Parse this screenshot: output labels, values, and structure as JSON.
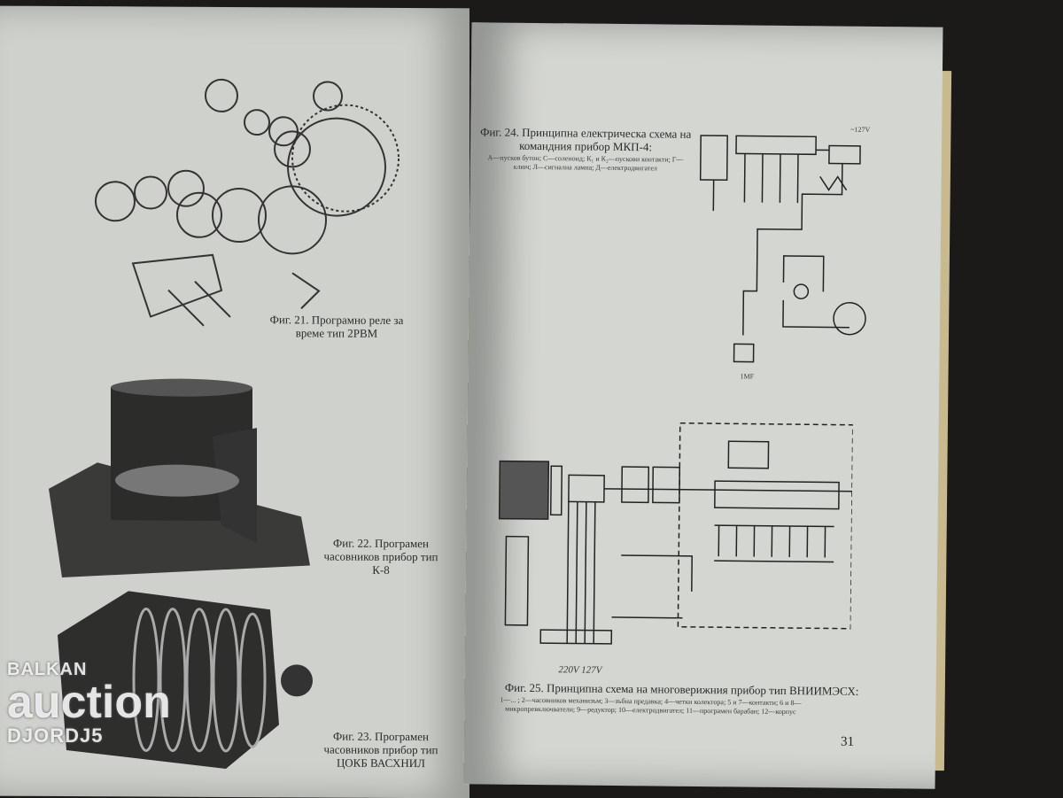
{
  "left_page": {
    "figures": [
      {
        "caption": "Фиг. 21. Програмно реле за време тип 2РВМ"
      },
      {
        "caption": "Фиг. 22. Програмен часовников прибор тип К-8"
      },
      {
        "caption": "Фиг. 23. Програмен часовников прибор тип ЦОКБ ВАСХНИЛ"
      }
    ]
  },
  "right_page": {
    "fig24": {
      "caption": "Фиг. 24. Принципна електрическа схема на командния прибор МКП-4:",
      "legend": "А—пусков бутон; С—соленоид; К₁ и К₂—пускови контакти; Г—ключ; Л—сигнална лампа; Д—електродвигател",
      "voltage_label": "~127V",
      "capacitor_label": "1MF"
    },
    "fig25": {
      "caption": "Фиг. 25. Принципна схема на многоверижния прибор тип ВНИИМЭСХ:",
      "legend": "1—... ; 2—часовников механизъм; 3—зъбна предавка; 4—четки колектора; 5 и 7—контакти; 6 и 8—микропревключватели; 9—редуктор; 10—електродвигател; 11—програмен барабан; 12—корпус",
      "voltage_label": "220V 127V"
    },
    "page_number": "31"
  },
  "watermark": {
    "line1": "BALKAN",
    "line2": "auction",
    "line3": "DJORDJ5"
  }
}
